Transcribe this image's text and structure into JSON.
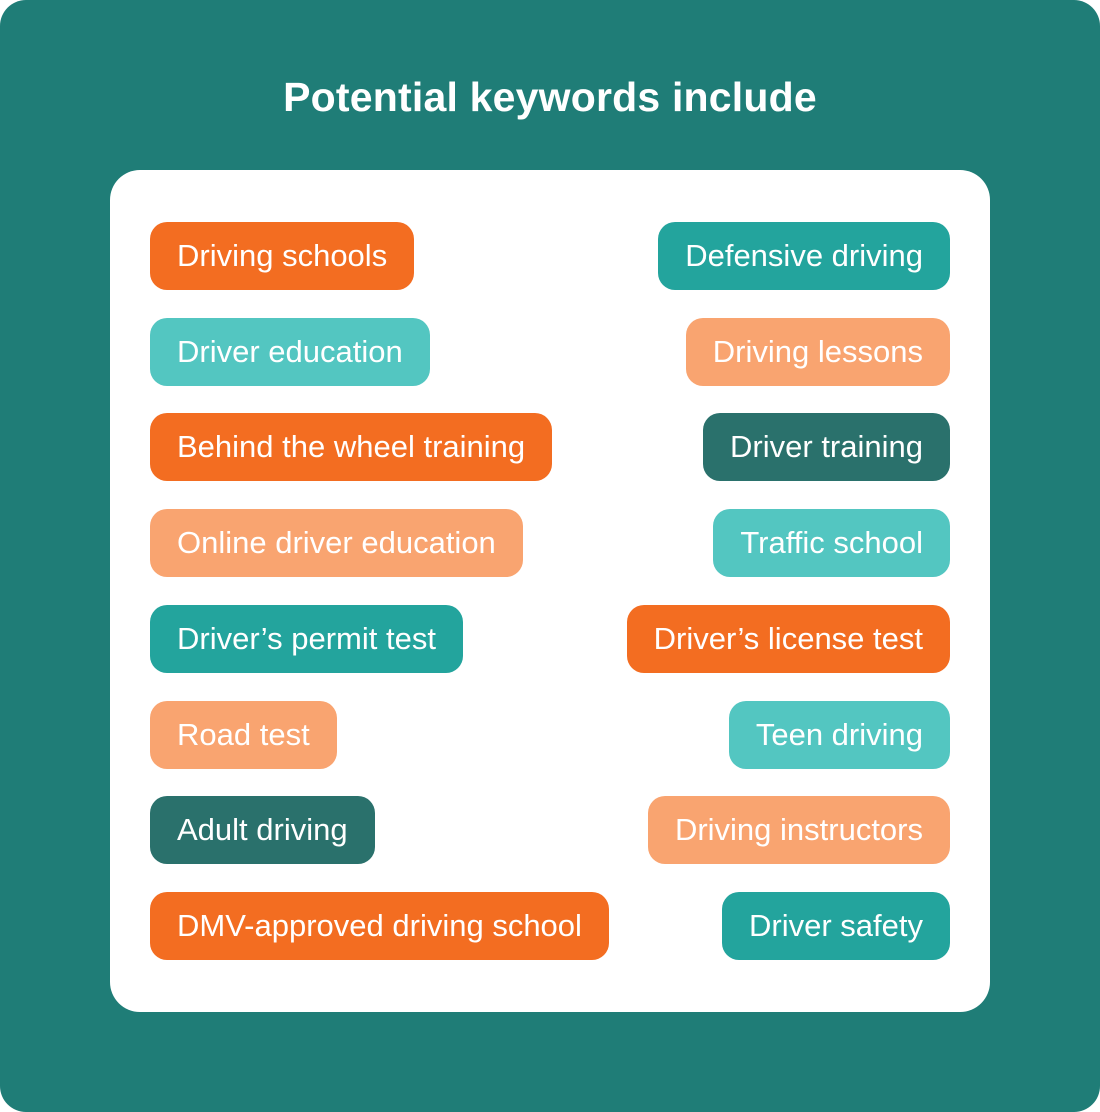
{
  "title": "Potential keywords include",
  "palette": {
    "background_teal": "#1F7D77",
    "card_white": "#FFFFFF",
    "orange": "#F36D21",
    "salmon": "#F9A470",
    "teal_medium": "#23A49D",
    "teal_light": "#53C6C1",
    "teal_dark": "#2A716C",
    "text_white": "#FFFFFF"
  },
  "rows": [
    {
      "left": {
        "label": "Driving schools",
        "color": "#F36D21"
      },
      "right": {
        "label": "Defensive driving",
        "color": "#23A49D"
      }
    },
    {
      "left": {
        "label": "Driver education",
        "color": "#53C6C1"
      },
      "right": {
        "label": "Driving lessons",
        "color": "#F9A470"
      }
    },
    {
      "left": {
        "label": "Behind the wheel training",
        "color": "#F36D21"
      },
      "right": {
        "label": "Driver training",
        "color": "#2A716C"
      }
    },
    {
      "left": {
        "label": "Online driver education",
        "color": "#F9A470"
      },
      "right": {
        "label": "Traffic school",
        "color": "#53C6C1"
      }
    },
    {
      "left": {
        "label": "Driver’s permit test",
        "color": "#23A49D"
      },
      "right": {
        "label": "Driver’s license test",
        "color": "#F36D21"
      }
    },
    {
      "left": {
        "label": "Road test",
        "color": "#F9A470"
      },
      "right": {
        "label": "Teen driving",
        "color": "#53C6C1"
      }
    },
    {
      "left": {
        "label": "Adult driving",
        "color": "#2A716C"
      },
      "right": {
        "label": "Driving instructors",
        "color": "#F9A470"
      }
    },
    {
      "left": {
        "label": "DMV-approved driving school",
        "color": "#F36D21"
      },
      "right": {
        "label": "Driver safety",
        "color": "#23A49D"
      }
    }
  ]
}
